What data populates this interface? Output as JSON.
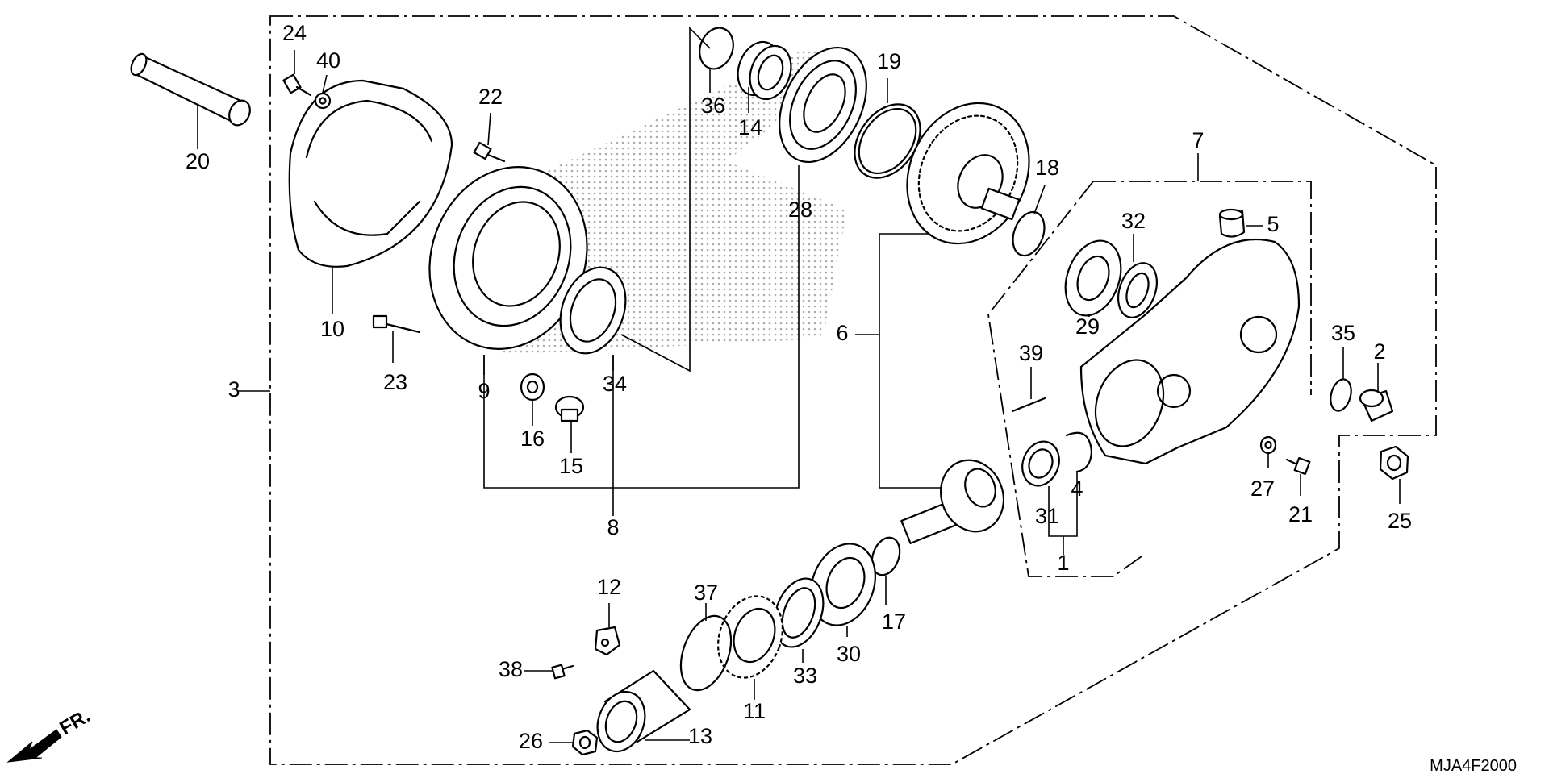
{
  "diagram": {
    "code": "MJA4F2000",
    "direction_label": "FR.",
    "callouts": {
      "c1": "1",
      "c2": "2",
      "c3": "3",
      "c4": "4",
      "c5": "5",
      "c6": "6",
      "c7": "7",
      "c8": "8",
      "c9": "9",
      "c10": "10",
      "c11": "11",
      "c12": "12",
      "c13": "13",
      "c14": "14",
      "c15": "15",
      "c16": "16",
      "c17": "17",
      "c18": "18",
      "c19": "19",
      "c20": "20",
      "c21": "21",
      "c22": "22",
      "c23": "23",
      "c24": "24",
      "c25": "25",
      "c26": "26",
      "c27": "27",
      "c28": "28",
      "c29": "29",
      "c30": "30",
      "c31": "31",
      "c32": "32",
      "c33": "33",
      "c34": "34",
      "c35": "35",
      "c36": "36",
      "c37": "37",
      "c38": "38",
      "c39": "39",
      "c40": "40"
    }
  }
}
